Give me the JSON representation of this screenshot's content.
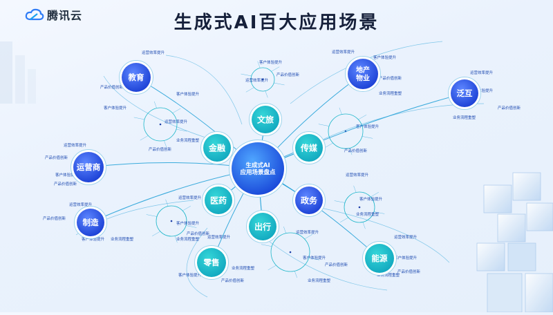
{
  "brand": {
    "name": "腾讯云"
  },
  "title": "生成式AI百大应用场景",
  "center_label": [
    "生成式AI",
    "应用场景盘点"
  ],
  "inner_nodes": [
    "文旅",
    "传媒",
    "政务",
    "出行",
    "医药",
    "金融"
  ],
  "outer_nodes": [
    "教育",
    "地产物业",
    "泛互",
    "能源",
    "零售",
    "制造",
    "运营商"
  ],
  "sub_labels": {
    "efficiency": "运营效率提升",
    "experience": "客户体验提升",
    "value": "产品价值创新",
    "process": "业务流程重塑"
  },
  "colors": {
    "accent": "#1a56db",
    "teal": "#1fb8c8",
    "line": "#27a3d8",
    "title": "#16203a"
  }
}
